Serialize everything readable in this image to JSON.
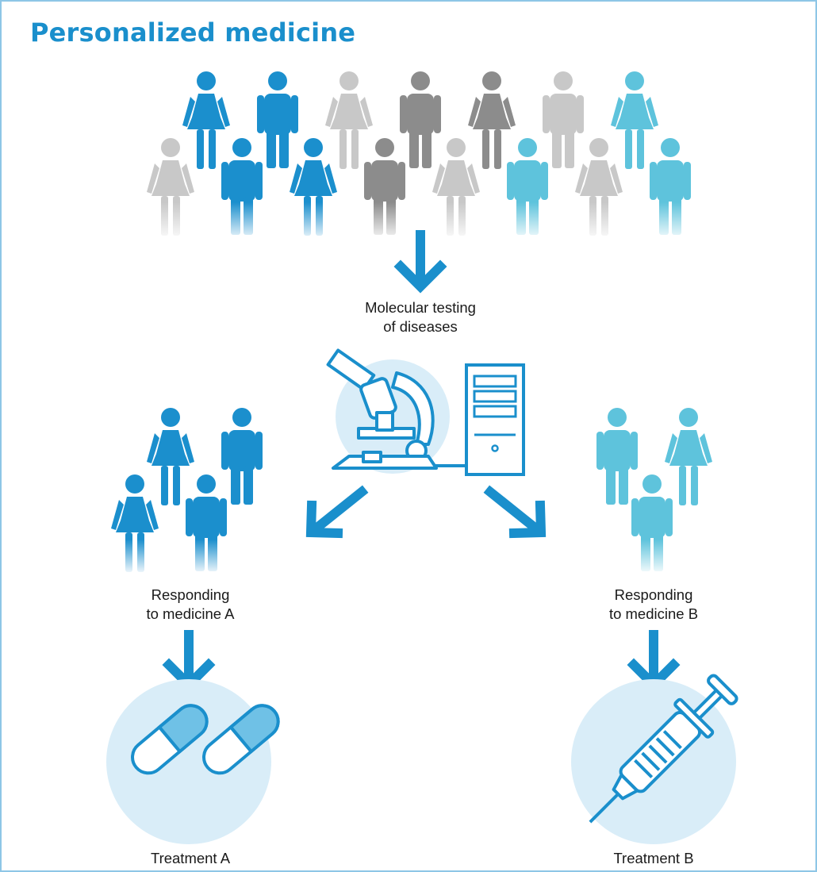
{
  "title": "Personalized medicine",
  "steps": {
    "testing": {
      "line1": "Molecular testing",
      "line2": "of diseases"
    },
    "group_a": {
      "line1": "Responding",
      "line2": "to medicine A"
    },
    "group_b": {
      "line1": "Responding",
      "line2": "to medicine B"
    },
    "treatment_a": "Treatment A",
    "treatment_b": "Treatment B"
  },
  "colors": {
    "title": "#1a8fcc",
    "person_blue": "#1b8fcd",
    "person_light_blue": "#5ec3dc",
    "person_light_gray": "#c8c8c8",
    "person_dark_gray": "#8c8c8c",
    "arrow": "#1a8fcc",
    "halo": "#d9edf8",
    "border": "#8ec6e6"
  }
}
